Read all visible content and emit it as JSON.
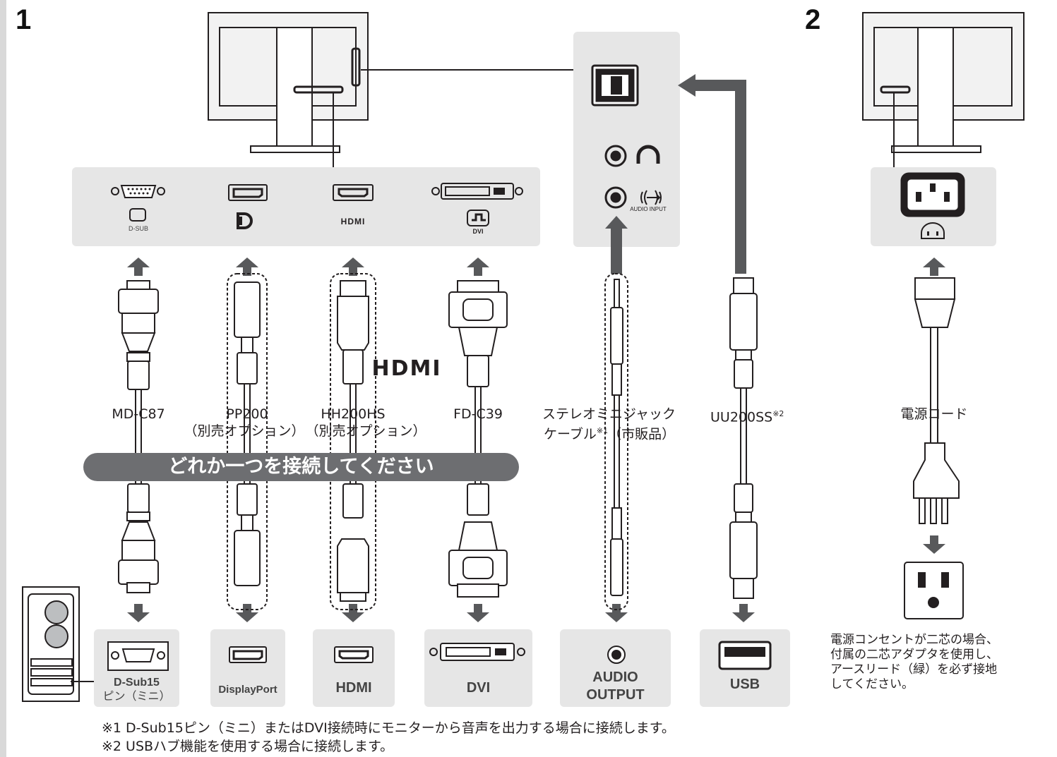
{
  "steps": {
    "one": "1",
    "two": "2"
  },
  "monitor_ports": {
    "dsub_icon": "D-SUB",
    "hdmi_icon": "HDMI",
    "dvi_icon": "DVI",
    "audio_input": "AUDIO INPUT"
  },
  "cables": {
    "md_c87": "MD-C87",
    "pp200": "PP200",
    "pp200_note": "（別売オプション）",
    "hh200hs": "HH200HS",
    "hh200hs_note": "（別売オプション）",
    "fd_c39": "FD-C39",
    "stereo_line1": "ステレオミニジャック",
    "stereo_line2": "ケーブル",
    "stereo_mark": "※1",
    "stereo_note": "（市販品）",
    "uu200ss": "UU200SS",
    "uu200ss_mark": "※2",
    "power_cord": "電源コード"
  },
  "hdmi_logo": "HDMI",
  "banner": "どれか一つを接続してください",
  "pc_ports": {
    "dsub_line1": "D-Sub15",
    "dsub_line2": "ピン（ミニ）",
    "displayport": "DisplayPort",
    "hdmi": "HDMI",
    "dvi": "DVI",
    "audio_line1": "AUDIO",
    "audio_line2": "OUTPUT",
    "usb": "USB"
  },
  "notes": {
    "note1": "※1 D-Sub15ピン（ミニ）またはDVI接続時にモニターから音声を出力する場合に接続します。",
    "note2": "※2 USBハブ機能を使用する場合に接続します。"
  },
  "outlet_warning": [
    "電源コンセントが二芯の場合、",
    "付属の二芯アダプタを使用し、",
    "アースリード（緑）を必ず接地",
    "してください。"
  ],
  "colors": {
    "panel": "#e6e6e6",
    "arrow": "#58595b",
    "banner": "#6d6e71",
    "line": "#231f20"
  }
}
